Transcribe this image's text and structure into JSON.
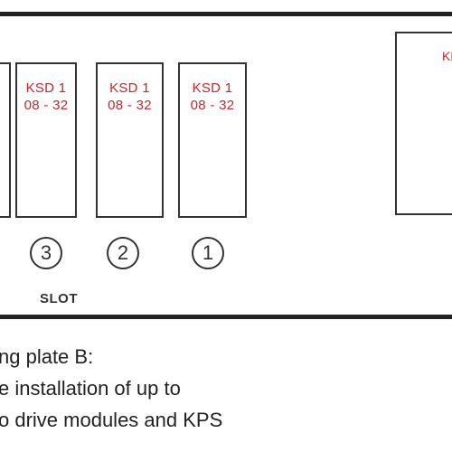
{
  "modules": [
    {
      "label": "KSD 1",
      "range": "08 - 32"
    },
    {
      "label": "KSD 1",
      "range": "08 - 32"
    },
    {
      "label": "KSD 1",
      "range": "08 - 32"
    }
  ],
  "kps": {
    "label": "KPS"
  },
  "slots": [
    "3",
    "2",
    "1"
  ],
  "slot_caption": "SLOT",
  "caption_lines": [
    "ng plate B:",
    "e installation of up to",
    "o drive modules and KPS"
  ],
  "colors": {
    "label_red": "#c6262e",
    "outline": "#333333",
    "frame": "#222222"
  }
}
